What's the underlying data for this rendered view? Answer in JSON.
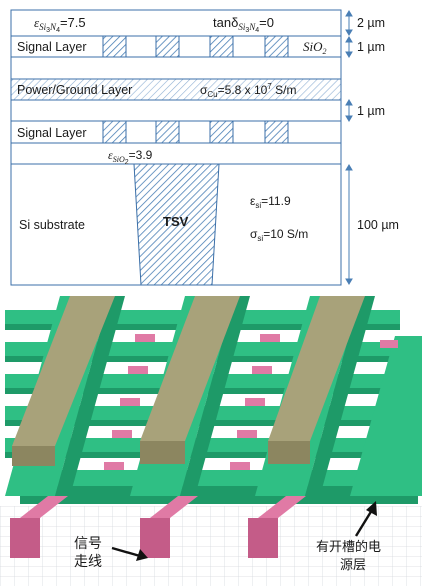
{
  "stackup": {
    "top_params": {
      "eps_si3n4_sym": "ε",
      "eps_si3n4_sub": "Si",
      "eps_si3n4_sub3": "3",
      "eps_si3n4_N": "N",
      "eps_si3n4_sub4": "4",
      "eps_si3n4_val": "=7.5",
      "tan_prefix": "tanδ",
      "tan_sub": "Si",
      "tan_sub3": "3",
      "tan_N": "N",
      "tan_sub4": "4",
      "tan_val": "=0"
    },
    "layers": {
      "signal_top": "Signal Layer",
      "sio2": "SiO",
      "sio2_sub": "2",
      "power_ground": "Power/Ground Layer",
      "sigma_cu_sym": "σ",
      "sigma_cu_sub": "Cu",
      "sigma_cu_val": "=5.8 x 10",
      "sigma_cu_exp": "7",
      "sigma_cu_unit": " S/m",
      "signal_bottom": "Signal Layer",
      "eps_sio2_sym": "ε",
      "eps_sio2_sub": "SiO",
      "eps_sio2_sub2": "2",
      "eps_sio2_val": "=3.9",
      "substrate": "Si substrate",
      "tsv": "TSV",
      "eps_si_sym": "ε",
      "eps_si_sub": "si",
      "eps_si_val": "=11.9",
      "sigma_si_sym": "σ",
      "sigma_si_sub": "si",
      "sigma_si_val": "=10 S/m"
    },
    "dimensions": {
      "d1": "2 µm",
      "d2": "1 µm",
      "d3": "1 µm",
      "d4": "100 µm"
    }
  },
  "iso": {
    "label_signal_line_1": "信号",
    "label_signal_line_2": "走线",
    "label_slotted_1": "有开槽的电",
    "label_slotted_2": "源层"
  },
  "colors": {
    "outline": "#3b6fa8",
    "hatch": "#4a7fb5",
    "green_top": "#2fbf84",
    "green_side": "#1e9a68",
    "olive_top": "#a8a27a",
    "olive_side": "#8c8660",
    "pink_top": "#e07aa5",
    "pink_side": "#c45c88"
  }
}
